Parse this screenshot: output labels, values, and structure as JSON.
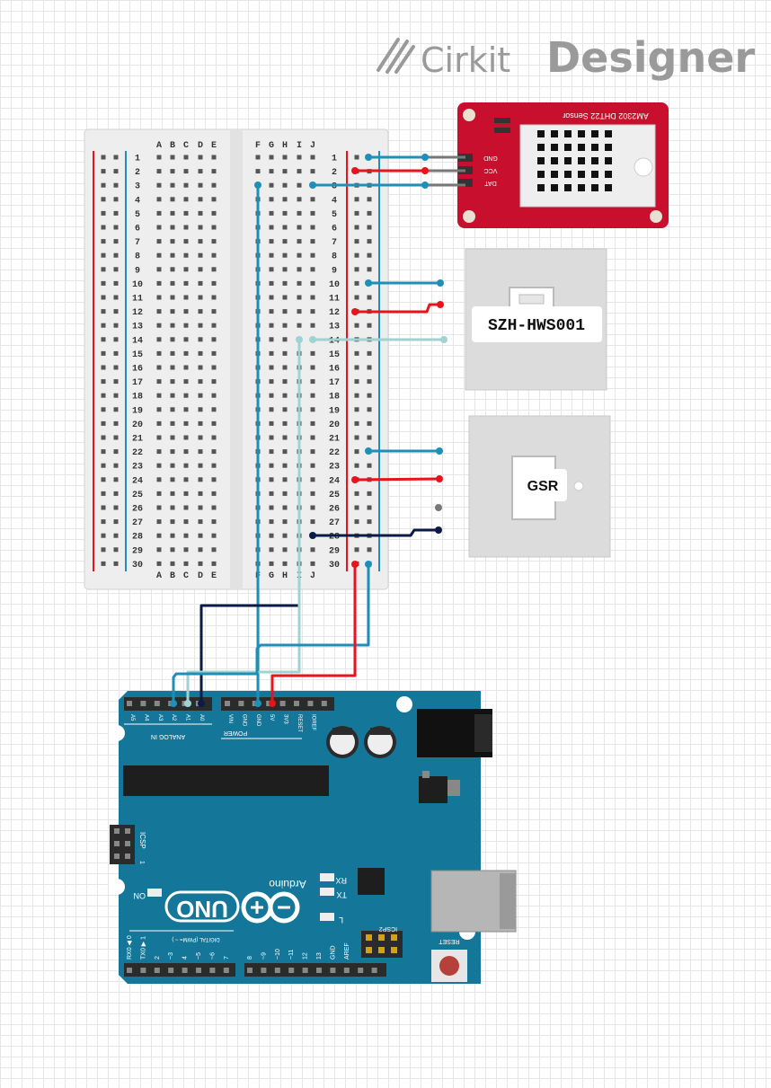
{
  "brand": {
    "name": "Cirkit",
    "product": "Designer"
  },
  "breadboard": {
    "columns_left": [
      "A",
      "B",
      "C",
      "D",
      "E"
    ],
    "columns_right": [
      "F",
      "G",
      "H",
      "I",
      "J"
    ],
    "rows": 30
  },
  "dht22": {
    "title": "AM2302 DHT22 Sensor",
    "pins": [
      "GND",
      "VCC",
      "DAT"
    ]
  },
  "hws": {
    "label": "SZH-HWS001"
  },
  "gsr": {
    "label": "GSR"
  },
  "arduino": {
    "brand": "Arduino",
    "model": "UNO",
    "analog_header": "ANALOG IN",
    "analog_pins": [
      "A5",
      "A4",
      "A3",
      "A2",
      "A1",
      "A0"
    ],
    "power_header": "POWER",
    "power_pins": [
      "VIN",
      "GND",
      "GND",
      "5V",
      "3V3",
      "RESET",
      "IOREF"
    ],
    "icsp": "ICSP",
    "icsp2": "ICSP2",
    "reset": "RESET",
    "on": "ON",
    "rx": "RX",
    "tx": "TX",
    "l": "L",
    "digital_header": "DIGITAL (PWM= ~ )",
    "digital_pins_low": [
      "RX0 ◀ 0",
      "TX0 ▶ 1",
      "2",
      "~3",
      "4",
      "~5",
      "~6",
      "7"
    ],
    "digital_pins_high": [
      "8",
      "~9",
      "~10",
      "~11",
      "12",
      "13",
      "GND",
      "AREF"
    ],
    "icsp_pin1": "1"
  },
  "colors": {
    "wire_blue": "#1f8fb8",
    "wire_light": "#9fd3d2",
    "wire_red": "#e8141b",
    "wire_navy": "#0b1b45",
    "wire_gray": "#777777",
    "board": "#14779a",
    "dht_red": "#c8102e"
  }
}
